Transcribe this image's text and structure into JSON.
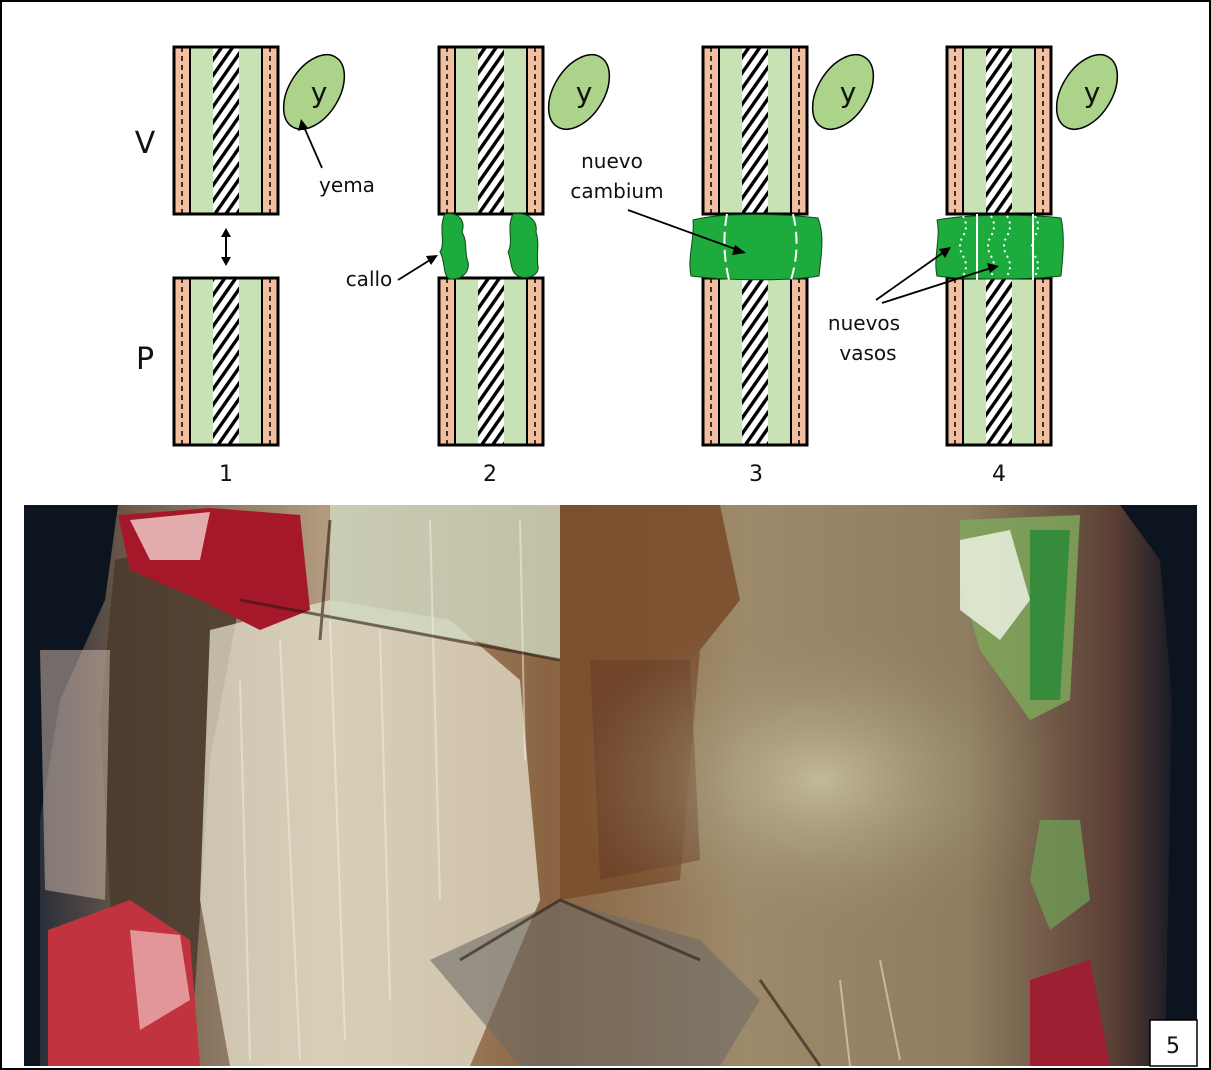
{
  "labels": {
    "scion": "V",
    "rootstock": "P",
    "bud_letter": "y",
    "bud_name": "yema",
    "callus": "callo",
    "new_cambium_line1": "nuevo",
    "new_cambium_line2": "cambium",
    "new_vessels_line1": "nuevos",
    "new_vessels_line2": "vasos",
    "stage_1": "1",
    "stage_2": "2",
    "stage_3": "3",
    "stage_4": "4",
    "photo_number": "5"
  },
  "colors": {
    "bark": "#f2bfa0",
    "wood": "#c9e2b5",
    "callus": "#1cab3c",
    "outline": "#000000",
    "photo_background": "#0c1420"
  },
  "photo": {
    "description_hidden": "graft union macro photograph"
  }
}
